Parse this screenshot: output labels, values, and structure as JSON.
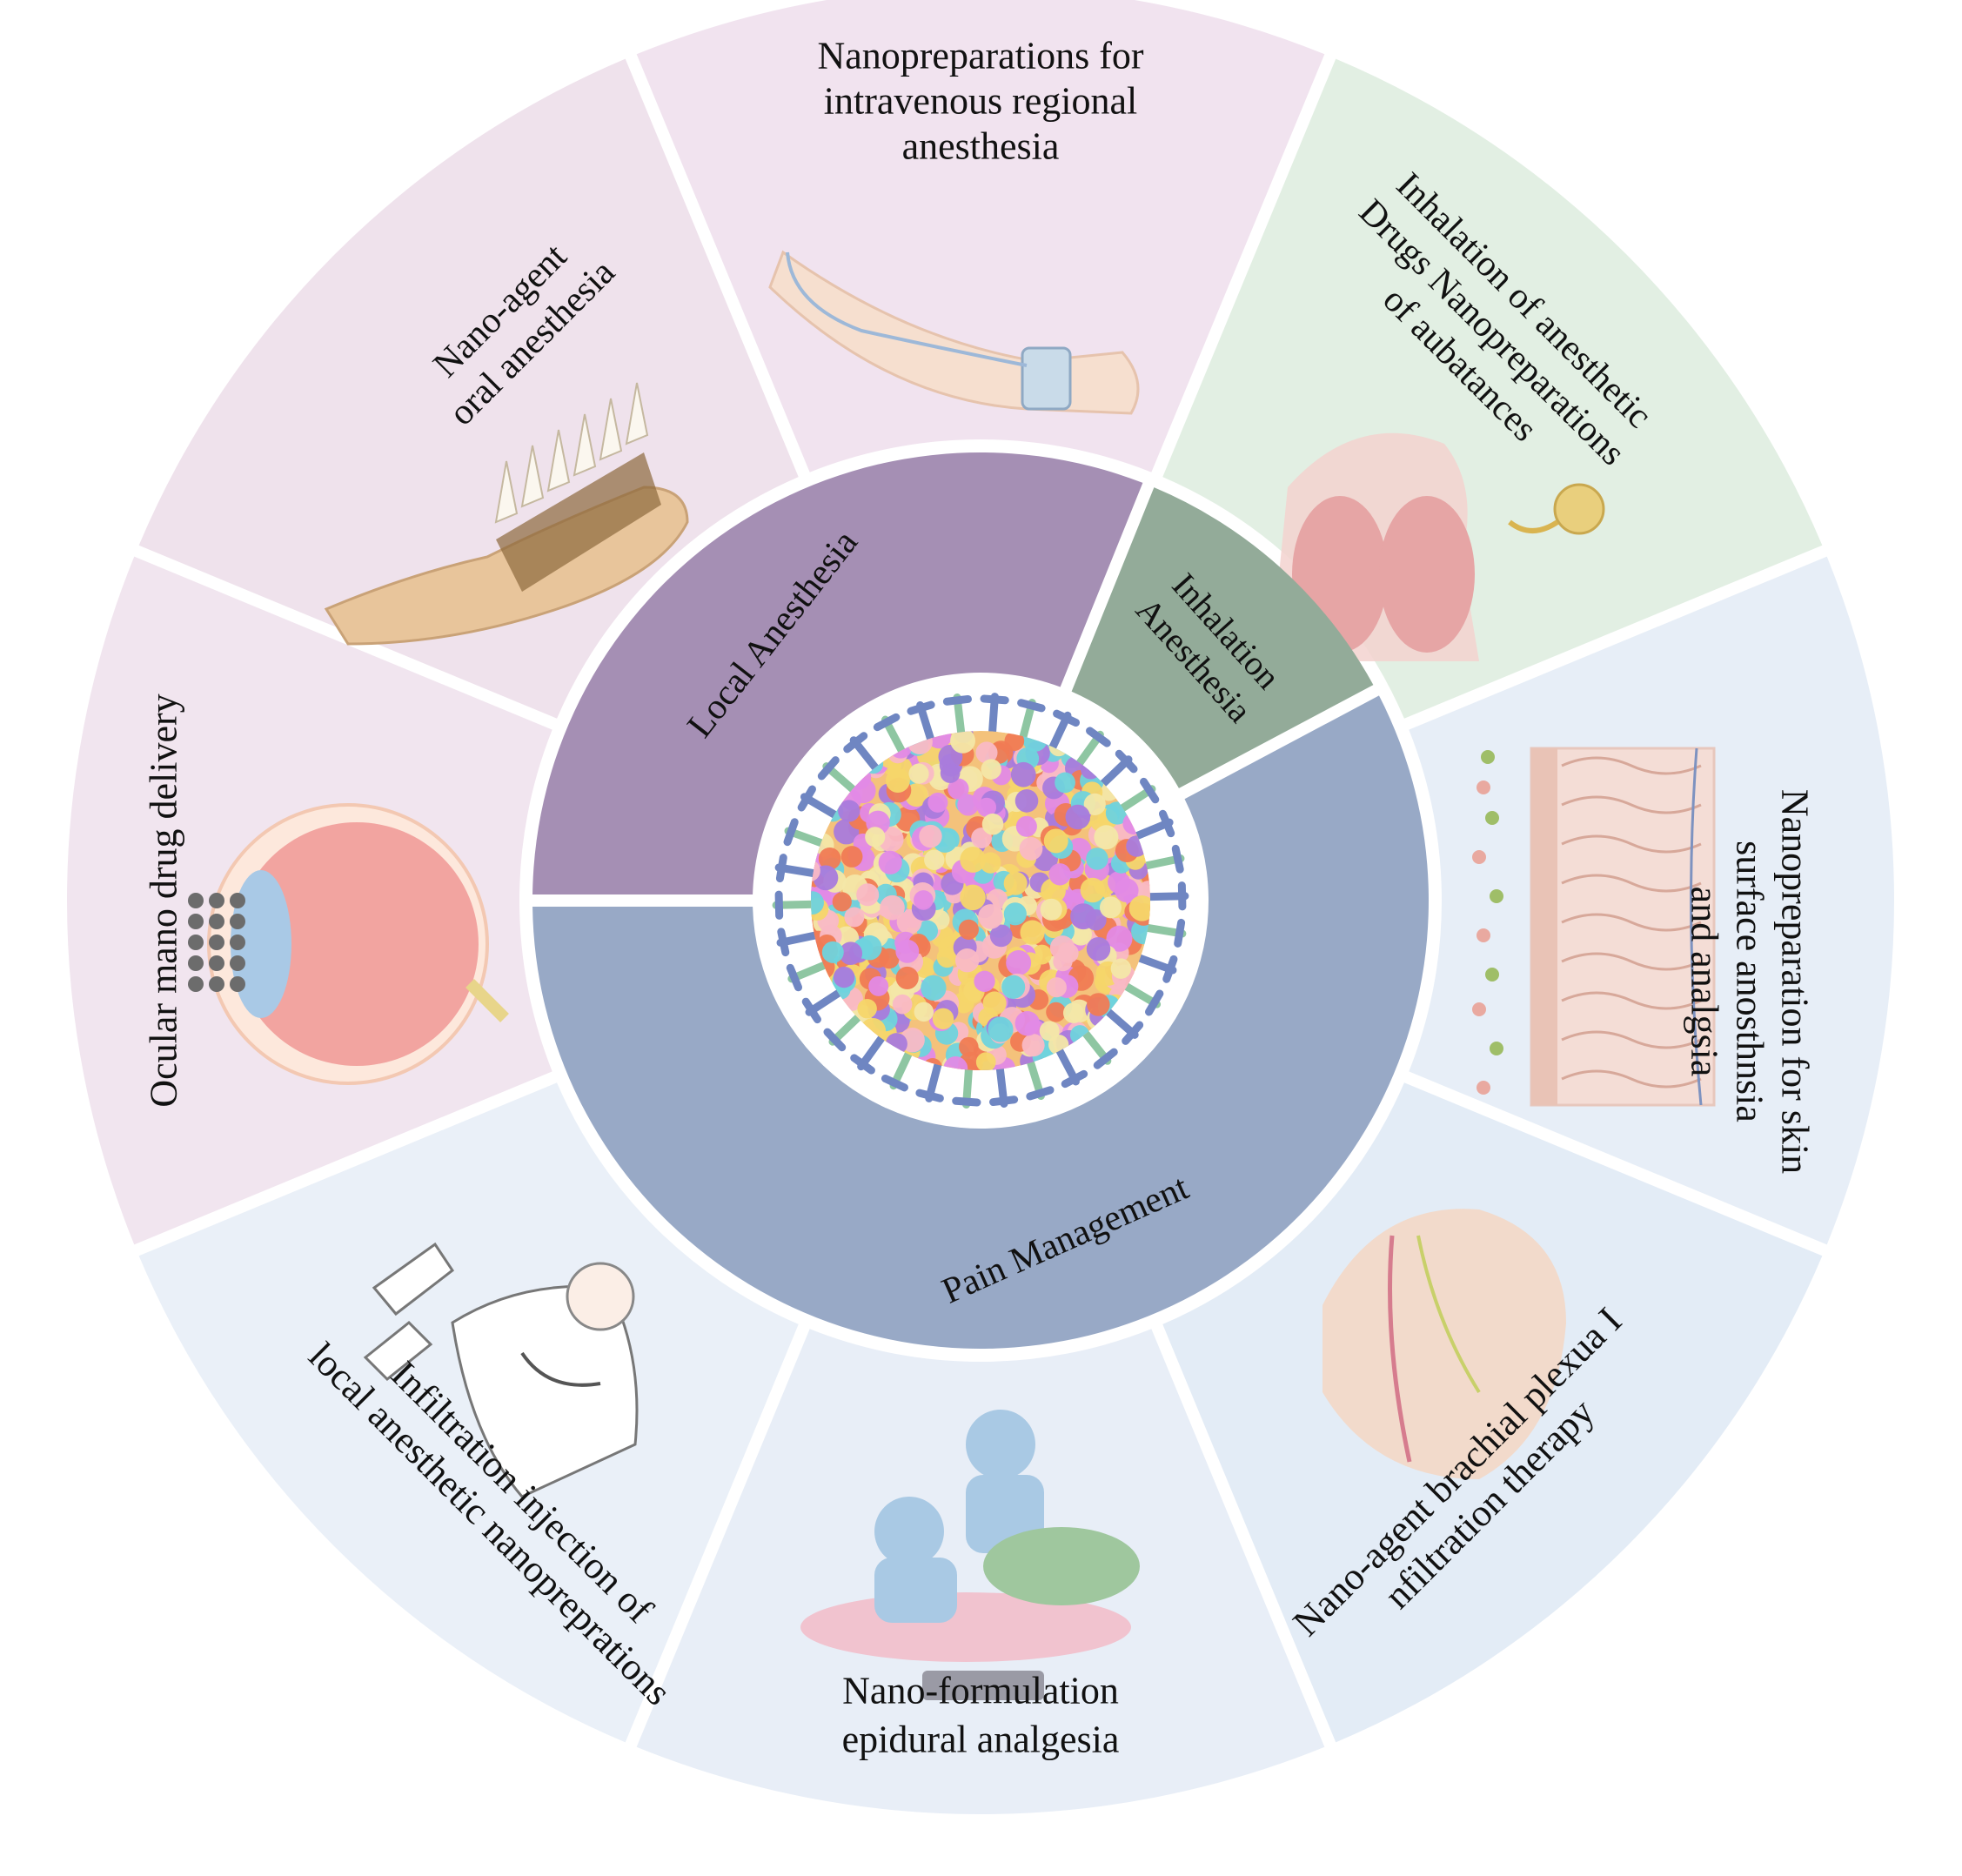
{
  "outer_sectors": [
    {
      "id": "intravenous",
      "lines": [
        "Nanopreparations for",
        "intravenous regional",
        "anesthesia"
      ],
      "icon": "arm-iv-drip-icon",
      "tint": "#f1e3ef"
    },
    {
      "id": "inhalation-drugs",
      "lines": [
        "Inhalation of anesthetic",
        "Drugs Nanopreparations",
        "of aubatances"
      ],
      "icon": "lungs-respiratory-icon",
      "tint": "#e2efe3"
    },
    {
      "id": "skin-surface",
      "lines": [
        "Nanopreparation for skin",
        "surface anosthnsia",
        "and analgsia"
      ],
      "icon": "skin-layer-icon",
      "tint": "#e7eef7"
    },
    {
      "id": "brachial-plexus",
      "lines": [
        "Nano-agent brachial plexua I",
        "nfiltration therapy"
      ],
      "icon": "shoulder-nerves-icon",
      "tint": "#e3ecf6"
    },
    {
      "id": "epidural",
      "lines": [
        "Nano-formulation",
        "epidural analgesia"
      ],
      "icon": "epidural-procedure-icon",
      "tint": "#e8eef7"
    },
    {
      "id": "infiltration",
      "lines": [
        "Infiltration injection of",
        "local anesthetic nanopreprations"
      ],
      "icon": "doctor-injection-icon",
      "tint": "#eaf0f8"
    },
    {
      "id": "ocular",
      "lines": [
        "Ocular mano drug delivery"
      ],
      "icon": "eyeball-icon",
      "tint": "#f1e5ef"
    },
    {
      "id": "oral",
      "lines": [
        "Nano-agent",
        "oral anesthesia"
      ],
      "icon": "jaw-teeth-icon",
      "tint": "#efe2ec"
    }
  ],
  "inner_segments": [
    {
      "id": "local",
      "lines": [
        "Local Anesthesia"
      ],
      "color": "#a58fb4"
    },
    {
      "id": "inhalation",
      "lines": [
        "Inhalation",
        "Anesthesia"
      ],
      "color": "#93ab99"
    },
    {
      "id": "pain",
      "lines": [
        "Pain Management"
      ],
      "color": "#98a9c6"
    }
  ],
  "center": {
    "icon": "nanoparticle-icon"
  }
}
